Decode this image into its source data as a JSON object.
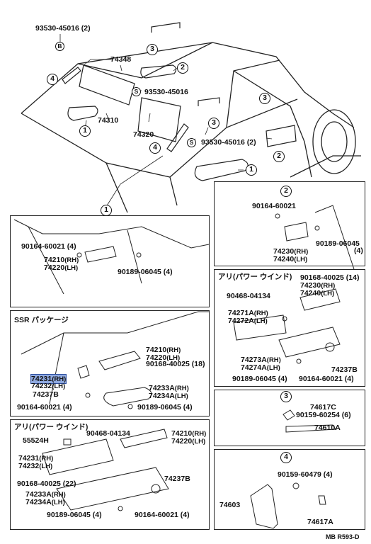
{
  "code": "MB R593-D",
  "callouts": {
    "c1": "1",
    "c2": "2",
    "c3": "3",
    "c4": "4",
    "b": "B",
    "s": "S"
  },
  "top": {
    "p93530_45016_2": "93530-45016 (2)",
    "p74348": "74348",
    "p93530_45016": "93530-45016",
    "p74310": "74310",
    "p74320": "74320",
    "p93530_45016_2b": "93530-45016 (2)"
  },
  "box_front": {
    "p90164_60021_4": "90164-60021 (4)",
    "p74210": "74210",
    "p74220": "74220",
    "p90189_06045_4": "90189-06045 (4)"
  },
  "box_ssr": {
    "title": "SSR パッケージ",
    "p74210": "74210",
    "p74220": "74220",
    "p90168_40025_18": "90168-40025 (18)",
    "p74231": "74231",
    "p74232": "74232",
    "p74237B": "74237B",
    "p74233A": "74233A",
    "p74234A": "74234A",
    "p90164_60021_4": "90164-60021 (4)",
    "p90189_06045_4": "90189-06045 (4)"
  },
  "box_power": {
    "title": "アリ(パワー ウインド)",
    "p90468_04134": "90468-04134",
    "p74210": "74210",
    "p74220": "74220",
    "p55524H": "55524H",
    "p74231": "74231",
    "p74232": "74232",
    "p90168_40025_22": "90168-40025 (22)",
    "p74233A": "74233A",
    "p74234A": "74234A",
    "p74237B": "74237B",
    "p90189_06045_4": "90189-06045 (4)",
    "p90164_60021_4": "90164-60021 (4)"
  },
  "box_2": {
    "p90164_60021": "90164-60021",
    "p90189_06045": "90189-06045",
    "qty4": "(4)",
    "p74230": "74230",
    "p74240": "74240"
  },
  "box_2p": {
    "title": "アリ(パワー ウインド)",
    "p90168_40025_14": "90168-40025 (14)",
    "p74230": "74230",
    "p74240": "74240",
    "p90468_04134": "90468-04134",
    "p74271A": "74271A",
    "p74272A": "74272A",
    "p74273A": "74273A",
    "p74274A": "74274A",
    "p74237B": "74237B",
    "p90189_06045_4": "90189-06045 (4)",
    "p90164_60021_4": "90164-60021 (4)"
  },
  "box_3": {
    "p74617C": "74617C",
    "p90159_60254_6": "90159-60254 (6)",
    "p74610A": "74610A"
  },
  "box_4": {
    "p90159_60479_4": "90159-60479 (4)",
    "p74603": "74603",
    "p74617A": "74617A"
  },
  "suffix": {
    "rh": "(RH)",
    "lh": "(LH)"
  }
}
